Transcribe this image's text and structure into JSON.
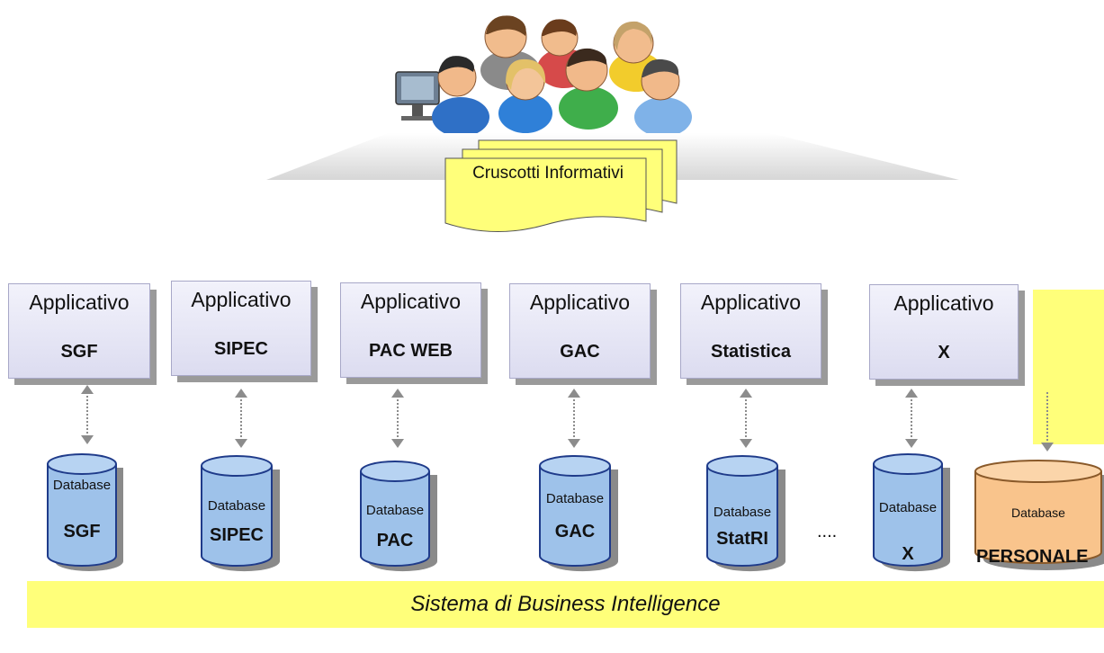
{
  "users": {
    "icon": "users-group-icon"
  },
  "dashboard": {
    "label": "Cruscotti Informativi"
  },
  "applications": [
    {
      "title": "Applicativo",
      "name": "SGF"
    },
    {
      "title": "Applicativo",
      "name": "SIPEC"
    },
    {
      "title": "Applicativo",
      "name": "PAC WEB"
    },
    {
      "title": "Applicativo",
      "name": "GAC"
    },
    {
      "title": "Applicativo",
      "name": "Statistica"
    },
    {
      "title": "Applicativo",
      "name": "X"
    }
  ],
  "databases": [
    {
      "label": "Database",
      "name": "SGF"
    },
    {
      "label": "Database",
      "name": "SIPEC"
    },
    {
      "label": "Database",
      "name": "PAC"
    },
    {
      "label": "Database",
      "name": "GAC"
    },
    {
      "label": "Database",
      "name": "StatRI"
    },
    {
      "label": "Database",
      "name": "X"
    },
    {
      "label": "Database",
      "name": "PERSONALE"
    }
  ],
  "ellipsis": "....",
  "bi_bar": {
    "label": "Sistema di Business Intelligence"
  },
  "colors": {
    "db_blue": "#9ec2ea",
    "db_orange": "#f9c48c",
    "sticky_yellow": "#ffff7a",
    "app_box": "#e6e6f5"
  }
}
